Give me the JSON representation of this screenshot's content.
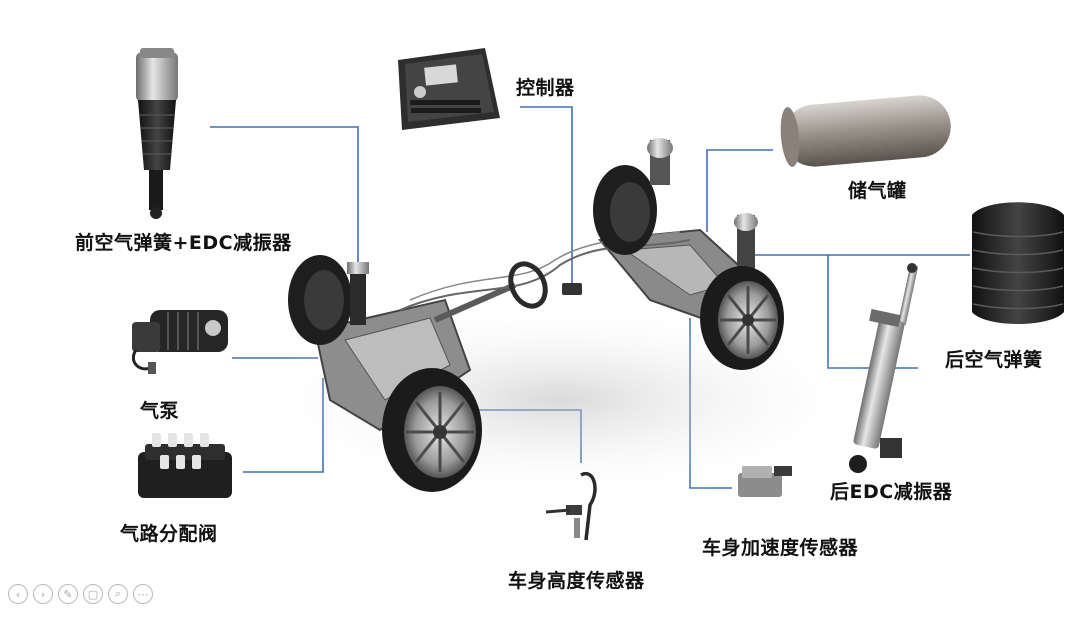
{
  "labels": {
    "front_air_spring_edc": "前空气弹簧+EDC减振器",
    "controller": "控制器",
    "air_tank": "储气罐",
    "rear_air_spring": "后空气弹簧",
    "air_pump": "气泵",
    "valve_block": "气路分配阀",
    "rear_edc": "后EDC减振器",
    "body_accel_sensor": "车身加速度传感器",
    "height_sensor": "车身高度传感器"
  },
  "colors": {
    "leader_line": "#3f6fb8",
    "label_text": "#111111"
  },
  "nav": {
    "icons": [
      "prev-icon",
      "next-icon",
      "pen-icon",
      "slides-icon",
      "zoom-icon",
      "more-icon"
    ],
    "glyphs": [
      "‹",
      "›",
      "✎",
      "▢",
      "⌕",
      "⋯"
    ]
  }
}
